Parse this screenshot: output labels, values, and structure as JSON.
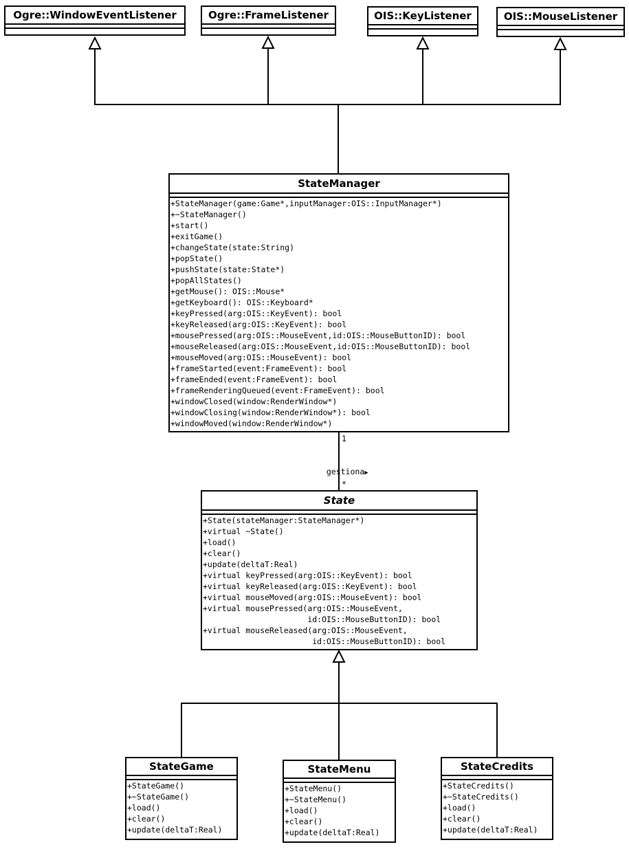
{
  "interfaces": [
    {
      "name": "Ogre::WindowEventListener"
    },
    {
      "name": "Ogre::FrameListener"
    },
    {
      "name": "OIS::KeyListener"
    },
    {
      "name": "OIS::MouseListener"
    }
  ],
  "state_manager": {
    "name": "StateManager",
    "operations": [
      "+StateManager(game:Game*,inputManager:OIS::InputManager*)",
      "+~StateManager()",
      "+start()",
      "+exitGame()",
      "+changeState(state:String)",
      "+popState()",
      "+pushState(state:State*)",
      "+popAllStates()",
      "+getMouse(): OIS::Mouse*",
      "+getKeyboard(): OIS::Keyboard*",
      "+keyPressed(arg:OIS::KeyEvent): bool",
      "+keyReleased(arg:OIS::KeyEvent): bool",
      "+mousePressed(arg:OIS::MouseEvent,id:OIS::MouseButtonID): bool",
      "+mouseReleased(arg:OIS::MouseEvent,id:OIS::MouseButtonID): bool",
      "+mouseMoved(arg:OIS::MouseEvent): bool",
      "+frameStarted(event:FrameEvent): bool",
      "+frameEnded(event:FrameEvent): bool",
      "+frameRenderingQueued(event:FrameEvent): bool",
      "+windowClosed(window:RenderWindow*)",
      "+windowClosing(window:RenderWindow*): bool",
      "+windowMoved(window:RenderWindow*)"
    ]
  },
  "association": {
    "label": "gestiona",
    "arrow": "▶",
    "multiplicity_manager": "1",
    "multiplicity_state": "*"
  },
  "state": {
    "name": "State",
    "operations": [
      "+State(stateManager:StateManager*)",
      "+virtual ~State()",
      "+load()",
      "+clear()",
      "+update(deltaT:Real)",
      "+virtual keyPressed(arg:OIS::KeyEvent): bool",
      "+virtual keyReleased(arg:OIS::KeyEvent): bool",
      "+virtual mouseMoved(arg:OIS::MouseEvent): bool",
      "+virtual mousePressed(arg:OIS::MouseEvent,",
      "                      id:OIS::MouseButtonID): bool",
      "+virtual mouseReleased(arg:OIS::MouseEvent,",
      "                       id:OIS::MouseButtonID): bool"
    ]
  },
  "subclasses": [
    {
      "name": "StateGame",
      "operations": [
        "+StateGame()",
        "+~StateGame()",
        "+load()",
        "+clear()",
        "+update(deltaT:Real)"
      ]
    },
    {
      "name": "StateMenu",
      "operations": [
        "+StateMenu()",
        "+~StateMenu()",
        "+load()",
        "+clear()",
        "+update(deltaT:Real)"
      ]
    },
    {
      "name": "StateCredits",
      "operations": [
        "+StateCredits()",
        "+~StateCredits()",
        "+load()",
        "+clear()",
        "+update(deltaT:Real)"
      ]
    }
  ]
}
